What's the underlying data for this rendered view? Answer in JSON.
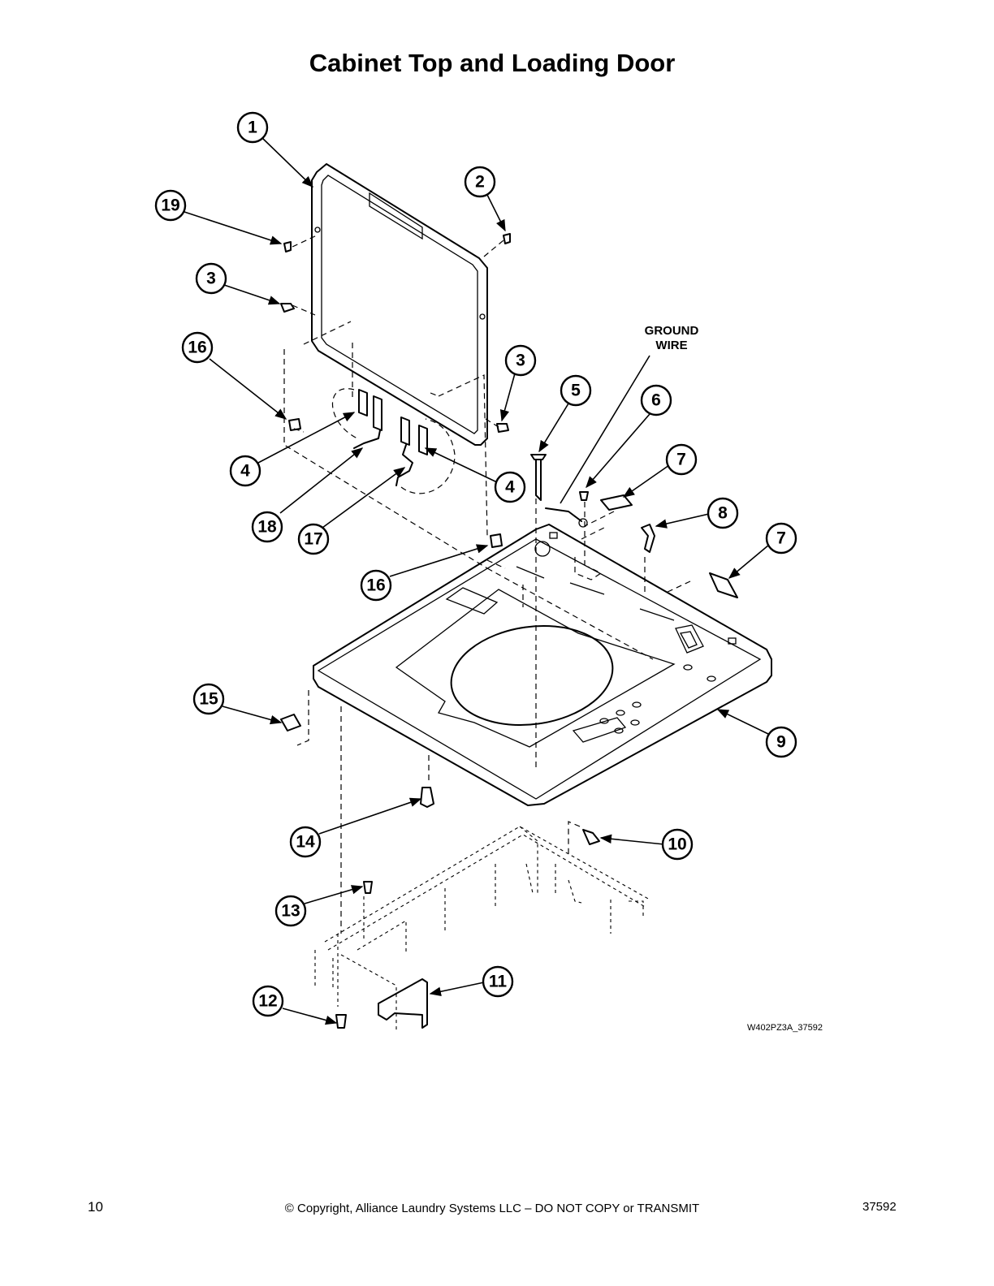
{
  "title": "Cabinet Top and Loading Door",
  "annotations": {
    "ground_wire_line1": "GROUND",
    "ground_wire_line2": "WIRE"
  },
  "callouts": [
    "1",
    "19",
    "2",
    "3",
    "16",
    "3",
    "5",
    "6",
    "4",
    "7",
    "8",
    "4",
    "18",
    "17",
    "7",
    "16",
    "15",
    "9",
    "14",
    "10",
    "13",
    "11",
    "12"
  ],
  "drawing_id": "W402PZ3A_37592",
  "footer": {
    "page_number": "10",
    "copyright": "© Copyright, Alliance Laundry Systems LLC – DO NOT COPY or TRANSMIT",
    "document_number": "37592"
  }
}
